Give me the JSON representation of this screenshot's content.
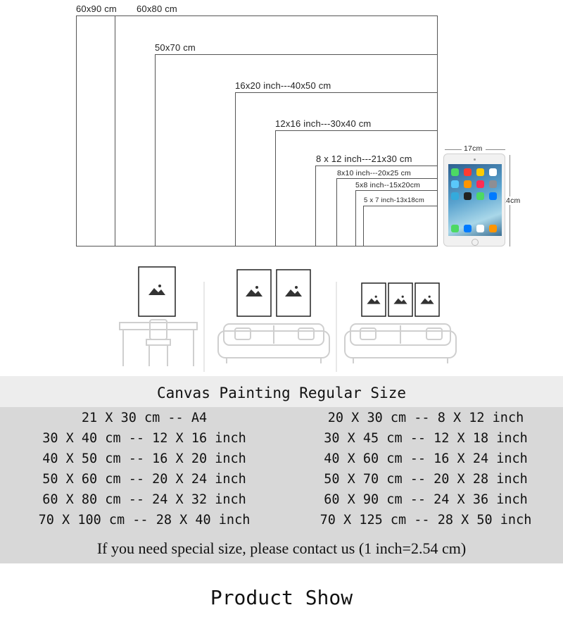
{
  "size_diagram": {
    "labels": [
      "60x90 cm",
      "60x80 cm",
      "50x70 cm",
      "16x20 inch---40x50 cm",
      "12x16 inch---30x40 cm",
      "8 x 12 inch---21x30 cm",
      "8x10 inch---20x25 cm",
      "5x8 inch--15x20cm",
      "5 x 7 inch-13x18cm"
    ],
    "tablet": {
      "width_label": "17cm",
      "height_label": "24cm"
    }
  },
  "table": {
    "title": "Canvas Painting Regular Size",
    "left_column": [
      "21 X 30 cm -- A4",
      "30 X 40 cm -- 12 X 16 inch",
      "40 X 50 cm -- 16 X 20 inch",
      "50 X 60 cm -- 20 X 24 inch",
      "60 X 80 cm -- 24 X 32 inch",
      "70 X 100 cm -- 28 X 40 inch"
    ],
    "right_column": [
      "20 X 30 cm -- 8 X 12 inch",
      "30 X 45 cm -- 12 X 18 inch",
      "40 X 60 cm -- 16 X 24 inch",
      "50 X 70 cm -- 20 X 28 inch",
      "60 X 90 cm -- 24 X 36 inch",
      "70 X 125 cm -- 28 X 50 inch"
    ],
    "note": "If you need special size, please contact us (1 inch=2.54 cm)"
  },
  "footer": {
    "product_show": "Product Show"
  },
  "colors": {
    "title_band": "#ededed",
    "table_band": "#d8d8d8"
  }
}
